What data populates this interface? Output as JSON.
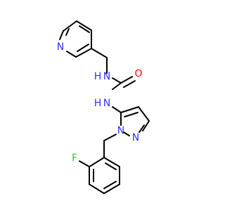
{
  "molecule": {
    "atoms": {
      "n_pyridine": {
        "label": "N",
        "color": "#3333ff"
      },
      "n_urea_top": {
        "label": "N",
        "color": "#3333ff"
      },
      "h_urea_top": {
        "label": "H",
        "color": "#3333ff"
      },
      "o_carbonyl": {
        "label": "O",
        "color": "#ff0000"
      },
      "n_urea_bottom": {
        "label": "N",
        "color": "#3333ff"
      },
      "h_urea_bottom": {
        "label": "H",
        "color": "#3333ff"
      },
      "n_pyrazole_1": {
        "label": "N",
        "color": "#3333ff"
      },
      "n_pyrazole_2": {
        "label": "N",
        "color": "#3333ff"
      },
      "f_fluoro": {
        "label": "F",
        "color": "#33cc33"
      }
    }
  }
}
